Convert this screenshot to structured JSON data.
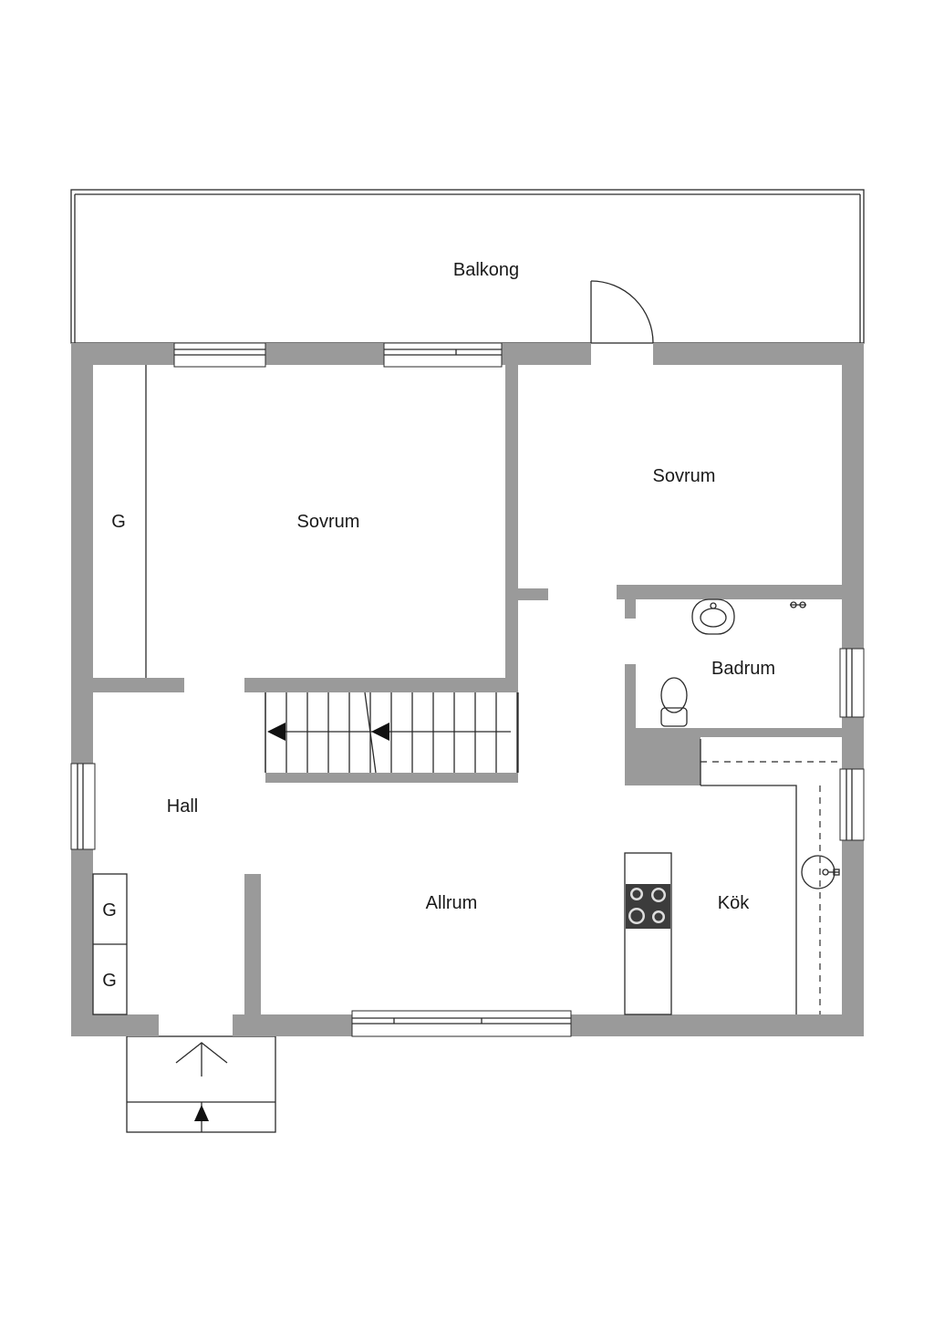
{
  "rooms": {
    "balkong": "Balkong",
    "sovrum_left": "Sovrum",
    "sovrum_right": "Sovrum",
    "closet_top": "G",
    "closet_mid": "G",
    "closet_low": "G",
    "badrum": "Badrum",
    "hall": "Hall",
    "allrum": "Allrum",
    "kok": "Kök"
  },
  "colors": {
    "wall": "#9a9a9a",
    "line": "#2b2b2b",
    "stove": "#3c3c3c"
  }
}
